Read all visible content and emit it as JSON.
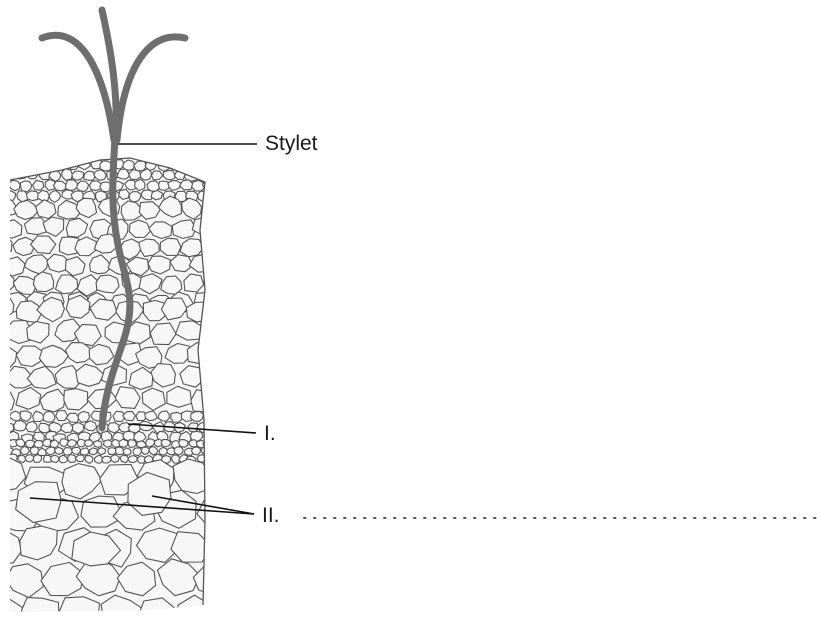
{
  "labels": {
    "stylet": "Stylet",
    "i": "I.",
    "ii": "II."
  },
  "colors": {
    "stylet": "#6e6e6e",
    "cell_fill": "#f7f7f7",
    "cell_outline": "#555555",
    "leader_line": "#111111",
    "answer_dots": "#555555"
  }
}
